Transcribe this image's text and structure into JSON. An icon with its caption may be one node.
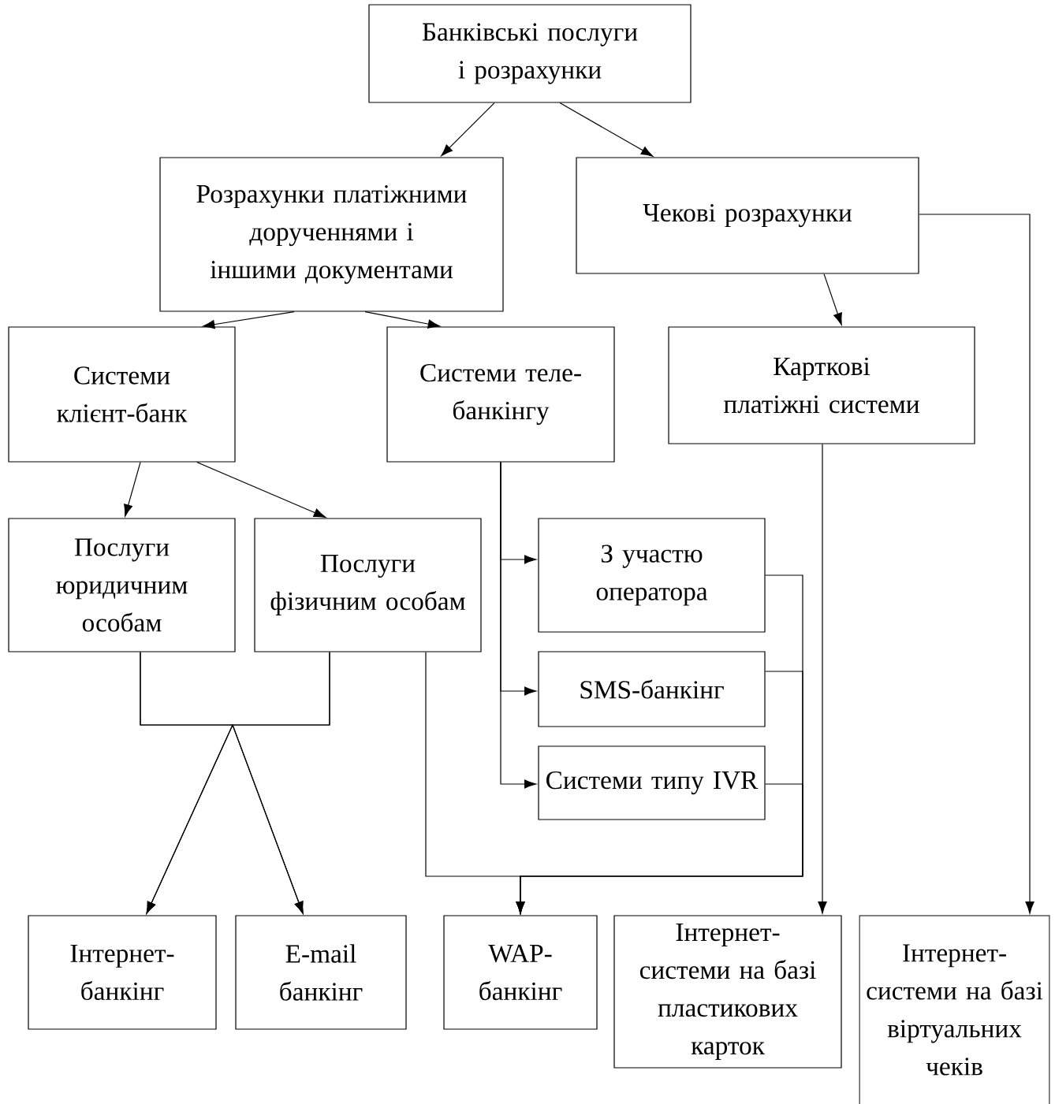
{
  "diagram": {
    "nodes": [
      {
        "text": [
          "Банківські послуги і розрахунки"
        ]
      },
      {
        "text": [
          "Розрахунки платіжними дорученнями і іншими документами"
        ]
      },
      {
        "text": [
          "Чекові розрахунки"
        ]
      },
      {
        "text": [
          "Системи клієнт-банк"
        ]
      },
      {
        "text": [
          "Системи теле-банкінгу"
        ]
      },
      {
        "text": [
          "Карткові платіжні системи"
        ]
      },
      {
        "text": [
          "Послуги юридичним особам"
        ]
      },
      {
        "text": [
          "Послуги фізичним особам"
        ]
      },
      {
        "text": [
          "З участю оператора"
        ]
      },
      {
        "text": [
          "SMS-банкінг"
        ]
      },
      {
        "text": [
          "Системи типу IVR"
        ]
      },
      {
        "text": [
          "Інтернет-банкінг"
        ]
      },
      {
        "text": [
          "E-mail банкінг"
        ]
      },
      {
        "text": [
          "WAP-банкінг"
        ]
      },
      {
        "text": [
          "Інтернет-системи на базі пластикових карток"
        ]
      },
      {
        "text": [
          "Інтернет-системи на базі віртуальних чеків"
        ]
      }
    ],
    "edges": [
      {
        "from": 0,
        "to": 1,
        "arrow": "to"
      },
      {
        "from": 0,
        "to": 2,
        "arrow": "to"
      },
      {
        "from": 1,
        "to": 3,
        "arrow": "to"
      },
      {
        "from": 1,
        "to": 4,
        "arrow": "to"
      },
      {
        "from": 2,
        "to": 5,
        "arrow": "to"
      },
      {
        "from": 2,
        "to": 15,
        "arrow": "to"
      },
      {
        "from": 3,
        "to": 6,
        "arrow": "to"
      },
      {
        "from": 3,
        "to": 7,
        "arrow": "to"
      },
      {
        "from": 4,
        "to": 8,
        "arrow": "to"
      },
      {
        "from": 4,
        "to": 9,
        "arrow": "to"
      },
      {
        "from": 4,
        "to": 10,
        "arrow": "to"
      },
      {
        "from": 6,
        "to": 11,
        "arrow": "to"
      },
      {
        "from": 6,
        "to": 12,
        "arrow": "to"
      },
      {
        "from": 7,
        "to": 11,
        "arrow": "to"
      },
      {
        "from": 7,
        "to": 12,
        "arrow": "to"
      },
      {
        "from": 7,
        "to": 13,
        "arrow": "to"
      },
      {
        "from": 8,
        "to": 13,
        "arrow": "to"
      },
      {
        "from": 9,
        "to": 13,
        "arrow": "to"
      },
      {
        "from": 10,
        "to": 13,
        "arrow": "to"
      },
      {
        "from": 5,
        "to": 14,
        "arrow": "to"
      }
    ]
  }
}
